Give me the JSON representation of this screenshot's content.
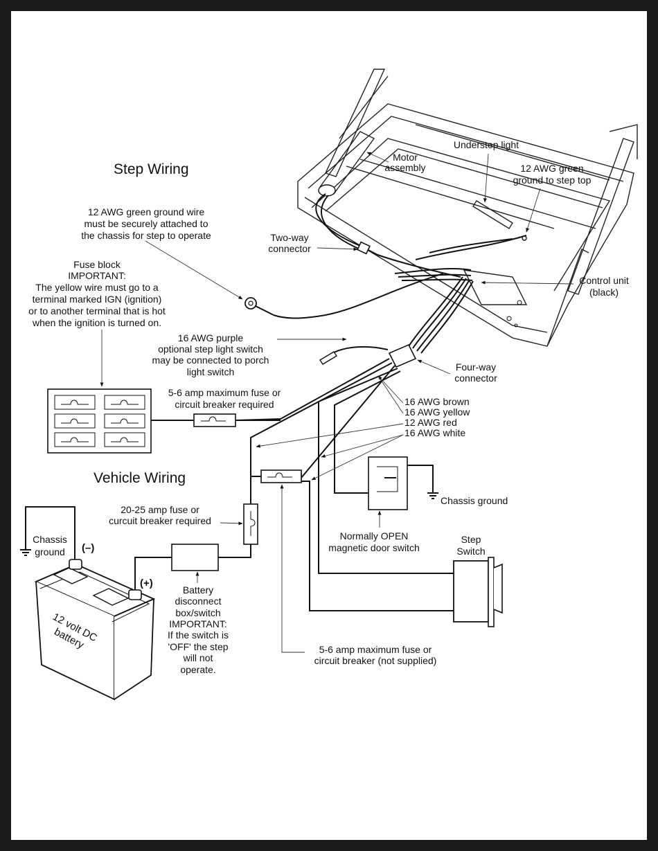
{
  "titles": {
    "step_wiring": "Step Wiring",
    "vehicle_wiring": "Vehicle Wiring"
  },
  "labels": {
    "motor": [
      "Motor",
      "assembly"
    ],
    "understep": [
      "Understep light"
    ],
    "ground_top": [
      "12 AWG green",
      "ground to step top"
    ],
    "ground_wire": [
      "12 AWG green ground wire",
      "must be securely attached to",
      "the chassis for step to operate"
    ],
    "two_way": [
      "Two-way",
      "connector"
    ],
    "fuse_block": [
      "Fuse block",
      "IMPORTANT:",
      "The yellow wire must go to a",
      "terminal marked IGN (ignition)",
      "or to another terminal that is hot",
      "when the ignition is turned on."
    ],
    "control_unit": [
      "Control unit",
      "(black)"
    ],
    "purple": [
      "16 AWG purple",
      "optional step light switch",
      "may be connected to porch",
      "light switch"
    ],
    "four_way": [
      "Four-way",
      "connector"
    ],
    "fuse_5_6": [
      "5-6 amp maximum fuse or",
      "circuit breaker required"
    ],
    "wire_list": [
      "16 AWG brown",
      "16 AWG yellow",
      "12 AWG red",
      "16 AWG white"
    ],
    "chassis_ground_right": [
      "Chassis ground"
    ],
    "fuse_20_25": [
      "20-25 amp fuse or",
      "curcuit breaker required"
    ],
    "door_switch": [
      "Normally OPEN",
      "magnetic door switch"
    ],
    "step_switch": [
      "Step",
      "Switch"
    ],
    "chassis_ground_left": [
      "Chassis",
      "ground"
    ],
    "neg": [
      "(–)"
    ],
    "pos": [
      "(+)"
    ],
    "disconnect": [
      "Battery",
      "disconnect",
      "box/switch",
      "IMPORTANT:",
      "If the switch is",
      "'OFF' the step",
      "will not",
      "operate."
    ],
    "battery": [
      "12 volt DC",
      "battery"
    ],
    "fuse_not_supplied": [
      "5-6 amp maximum fuse or",
      "circuit breaker (not supplied)"
    ]
  }
}
